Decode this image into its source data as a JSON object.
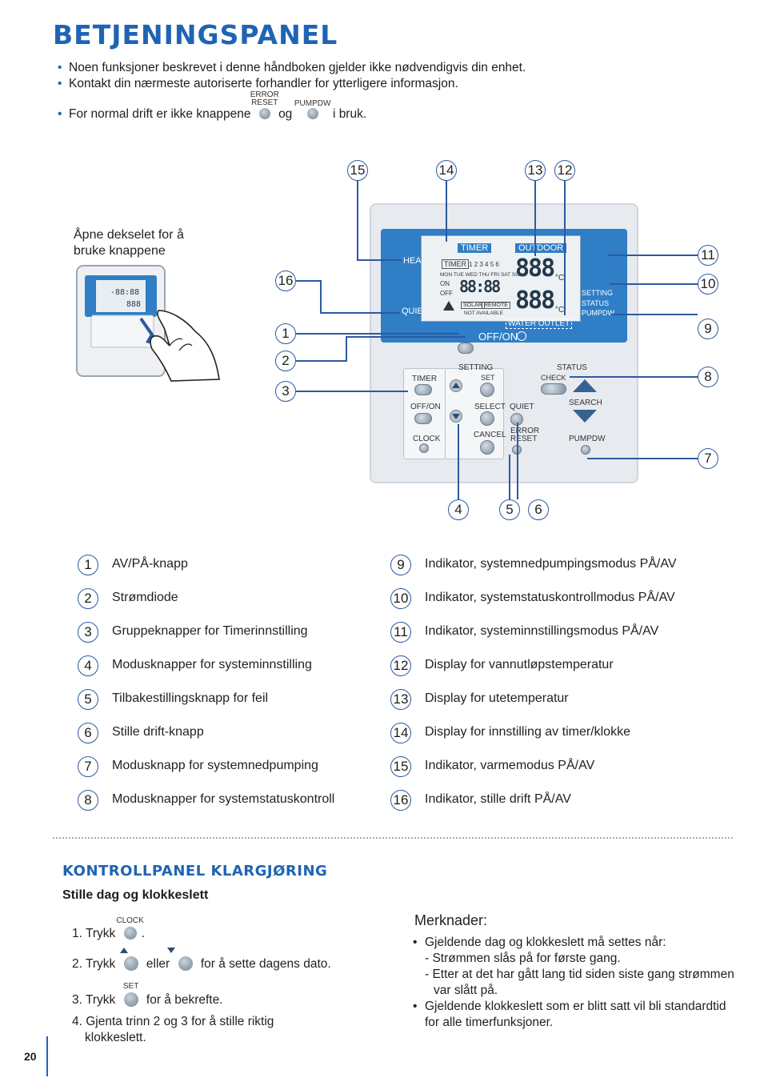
{
  "page": {
    "title": "BETJENINGSPANEL",
    "bullets": [
      "Noen funksjoner beskrevet i denne håndboken gjelder ikke nødvendigvis din enhet.",
      "Kontakt din nærmeste autoriserte forhandler for ytterligere informasjon."
    ],
    "normal_op": {
      "prefix": "For normal drift er ikke knappene",
      "btn1_caption_top": "ERROR",
      "btn1_caption_bottom": "RESET",
      "joiner": "og",
      "btn2_caption": "PUMPDW",
      "suffix": "i bruk."
    },
    "page_number": "20"
  },
  "figure": {
    "open_cover_text": "Åpne dekselet for å bruke knappene",
    "callouts": [
      "15",
      "14",
      "13",
      "12",
      "11",
      "10",
      "9",
      "8",
      "7",
      "16",
      "1",
      "2",
      "3",
      "4",
      "5",
      "6"
    ],
    "screen_labels": {
      "heat": "HEAT",
      "quiet": "QUIET",
      "timer": "TIMER",
      "outdoor": "OUTDOOR",
      "timer_box": "TIMER",
      "days_nums": "1 2 3 4 5 6",
      "days": "MON TUE WED THU FRI SAT SUN",
      "on": "ON",
      "off": "OFF",
      "clock_digits": "88:88",
      "temp_digits_top": "888",
      "temp_digits_bottom": "888",
      "deg_c": "°C",
      "solar": "SOLAR",
      "remote": "REMOTE",
      "not_available": "NOT AVAILABLE",
      "water_outlet": "WATER OUTLET",
      "setting": "SETTING",
      "status": "STATUS",
      "pumpdw": "PUMPDW",
      "off_on": "OFF/ON"
    },
    "button_labels": {
      "setting": "SETTING",
      "set": "SET",
      "status": "STATUS",
      "check": "CHECK",
      "timer": "TIMER",
      "off_on": "OFF/ON",
      "select": "SELECT",
      "quiet": "QUIET",
      "search": "SEARCH",
      "clock": "CLOCK",
      "cancel": "CANCEL",
      "error": "ERROR",
      "reset": "RESET",
      "pumpdw": "PUMPDW"
    }
  },
  "legend": {
    "left": [
      {
        "num": "1",
        "text": "AV/PÅ-knapp"
      },
      {
        "num": "2",
        "text": "Strømdiode"
      },
      {
        "num": "3",
        "text": "Gruppeknapper for Timerinnstilling"
      },
      {
        "num": "4",
        "text": "Modusknapper for systeminnstilling"
      },
      {
        "num": "5",
        "text": "Tilbakestillingsknapp for feil"
      },
      {
        "num": "6",
        "text": "Stille drift-knapp"
      },
      {
        "num": "7",
        "text": "Modusknapp for systemnedpumping"
      },
      {
        "num": "8",
        "text": "Modusknapper for systemstatuskontroll"
      }
    ],
    "right": [
      {
        "num": "9",
        "text": "Indikator, systemnedpumpingsmodus PÅ/AV"
      },
      {
        "num": "10",
        "text": "Indikator, systemstatuskontrollmodus PÅ/AV"
      },
      {
        "num": "11",
        "text": "Indikator, systeminnstillingsmodus PÅ/AV"
      },
      {
        "num": "12",
        "text": "Display for vannutløpstemperatur"
      },
      {
        "num": "13",
        "text": "Display for utetemperatur"
      },
      {
        "num": "14",
        "text": "Display for innstilling av timer/klokke"
      },
      {
        "num": "15",
        "text": "Indikator, varmemodus PÅ/AV"
      },
      {
        "num": "16",
        "text": "Indikator, stille drift PÅ/AV"
      }
    ]
  },
  "setup": {
    "heading": "KONTROLLPANEL KLARGJØRING",
    "subheading": "Stille dag og klokkeslett",
    "step1_prefix": "1. Trykk",
    "step1_caption": "CLOCK",
    "step1_suffix": ".",
    "step2_prefix": "2. Trykk",
    "step2_joiner": "eller",
    "step2_suffix": "for å sette dagens dato.",
    "step3_prefix": "3. Trykk",
    "step3_caption": "SET",
    "step3_suffix": "for å bekrefte.",
    "step4_line1": "4. Gjenta trinn 2 og 3 for å stille riktig",
    "step4_line2": "klokkeslett."
  },
  "notes": {
    "title": "Merknader:",
    "lines": [
      "Gjeldende dag og klokkeslett må settes når:",
      "- Strømmen slås på for første gang.",
      "- Etter at det har gått lang tid siden siste gang strømmen",
      "var slått på.",
      "Gjeldende klokkeslett som er blitt satt vil bli standardtid",
      "for alle timerfunksjoner."
    ]
  },
  "colors": {
    "brand_blue": "#1f64b4",
    "screen_blue": "#2f7ec6",
    "callout_line": "#2c5aa0"
  }
}
